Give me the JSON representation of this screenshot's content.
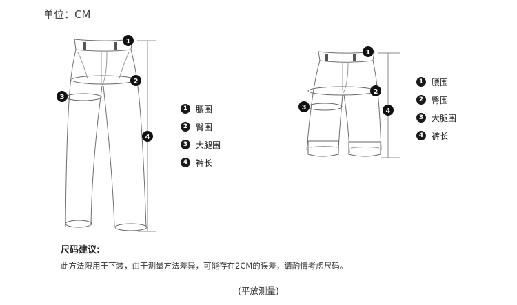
{
  "unit_label": "单位：CM",
  "markers": [
    "1",
    "2",
    "3",
    "4"
  ],
  "legend_long": [
    {
      "num": "1",
      "label": "腰围"
    },
    {
      "num": "2",
      "label": "臀围"
    },
    {
      "num": "3",
      "label": "大腿围"
    },
    {
      "num": "4",
      "label": "裤长"
    }
  ],
  "legend_short": [
    {
      "num": "1",
      "label": "腰围"
    },
    {
      "num": "2",
      "label": "臀围"
    },
    {
      "num": "3",
      "label": "大腿围"
    },
    {
      "num": "4",
      "label": "裤长"
    }
  ],
  "tips": {
    "title": "尺码建议:",
    "body": "此方法限用于下装，由于测量方法差异，可能存在2CM的误差，请酌情考虑尺码。"
  },
  "footer": "(平放测量)"
}
